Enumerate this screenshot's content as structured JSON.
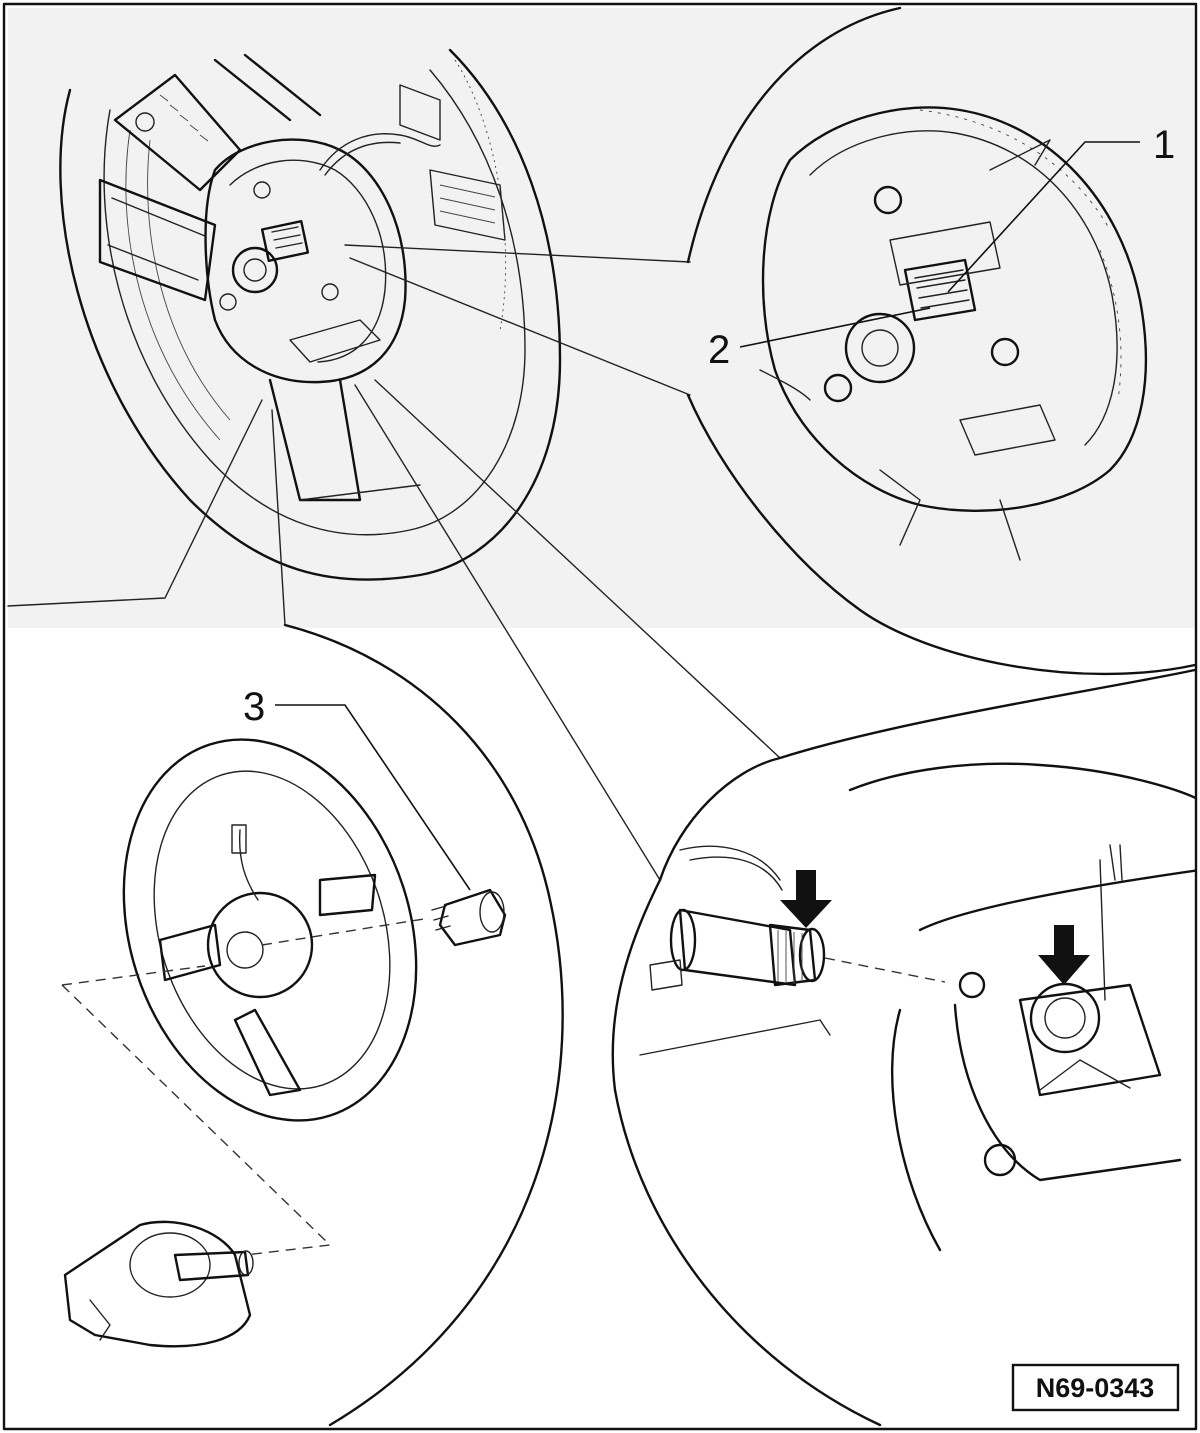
{
  "figure": {
    "reference_code": "N69-0343"
  },
  "callouts": [
    {
      "number": "1"
    },
    {
      "number": "2"
    },
    {
      "number": "3"
    }
  ],
  "colors": {
    "line": "#111111",
    "background_top": "#f2f2f2",
    "background_bottom": "#ffffff",
    "arrow_fill": "#111111"
  },
  "icons": {
    "arrow": "down-arrow-icon"
  }
}
